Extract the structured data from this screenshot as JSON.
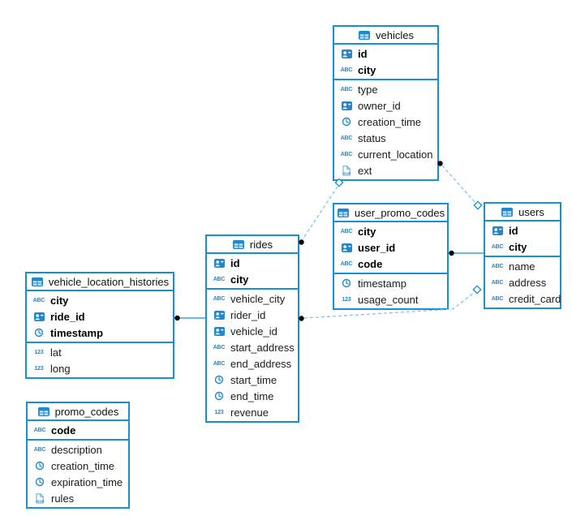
{
  "diagram": {
    "kind": "entity-relationship-diagram",
    "accent_color": "#1591d3",
    "icon_color": "#2089cd",
    "dashed_line_color": "#82c3ea",
    "background_color": "#ffffff"
  },
  "icon_labels": {
    "string": "ABC",
    "number": "123",
    "json": "JSON"
  },
  "tables": [
    {
      "name": "vehicles",
      "fields": [
        {
          "name": "id",
          "type": "uuid",
          "pk": true
        },
        {
          "name": "city",
          "type": "string",
          "pk": true
        },
        {
          "name": "type",
          "type": "string"
        },
        {
          "name": "owner_id",
          "type": "uuid"
        },
        {
          "name": "creation_time",
          "type": "timestamp"
        },
        {
          "name": "status",
          "type": "string"
        },
        {
          "name": "current_location",
          "type": "string"
        },
        {
          "name": "ext",
          "type": "json"
        }
      ]
    },
    {
      "name": "user_promo_codes",
      "fields": [
        {
          "name": "city",
          "type": "string",
          "pk": true
        },
        {
          "name": "user_id",
          "type": "uuid",
          "pk": true
        },
        {
          "name": "code",
          "type": "string",
          "pk": true
        },
        {
          "name": "timestamp",
          "type": "timestamp"
        },
        {
          "name": "usage_count",
          "type": "number"
        }
      ]
    },
    {
      "name": "users",
      "fields": [
        {
          "name": "id",
          "type": "uuid",
          "pk": true
        },
        {
          "name": "city",
          "type": "string",
          "pk": true
        },
        {
          "name": "name",
          "type": "string"
        },
        {
          "name": "address",
          "type": "string"
        },
        {
          "name": "credit_card",
          "type": "string"
        }
      ]
    },
    {
      "name": "rides",
      "fields": [
        {
          "name": "id",
          "type": "uuid",
          "pk": true
        },
        {
          "name": "city",
          "type": "string",
          "pk": true
        },
        {
          "name": "vehicle_city",
          "type": "string"
        },
        {
          "name": "rider_id",
          "type": "uuid"
        },
        {
          "name": "vehicle_id",
          "type": "uuid"
        },
        {
          "name": "start_address",
          "type": "string"
        },
        {
          "name": "end_address",
          "type": "string"
        },
        {
          "name": "start_time",
          "type": "timestamp"
        },
        {
          "name": "end_time",
          "type": "timestamp"
        },
        {
          "name": "revenue",
          "type": "number"
        }
      ]
    },
    {
      "name": "vehicle_location_histories",
      "fields": [
        {
          "name": "city",
          "type": "string",
          "pk": true
        },
        {
          "name": "ride_id",
          "type": "uuid",
          "pk": true
        },
        {
          "name": "timestamp",
          "type": "timestamp",
          "pk": true
        },
        {
          "name": "lat",
          "type": "number"
        },
        {
          "name": "long",
          "type": "number"
        }
      ]
    },
    {
      "name": "promo_codes",
      "fields": [
        {
          "name": "code",
          "type": "string",
          "pk": true
        },
        {
          "name": "description",
          "type": "string"
        },
        {
          "name": "creation_time",
          "type": "timestamp"
        },
        {
          "name": "expiration_time",
          "type": "timestamp"
        },
        {
          "name": "rules",
          "type": "json"
        }
      ]
    }
  ],
  "relationships": [
    {
      "a": "vehicles",
      "b": "rides",
      "line": "dashed",
      "a_end": "diamond",
      "b_end": "dot"
    },
    {
      "a": "vehicles",
      "b": "users",
      "line": "dashed",
      "a_end": "dot",
      "b_end": "diamond"
    },
    {
      "a": "rides",
      "b": "users",
      "line": "dashed",
      "a_end": "dot",
      "b_end": "diamond"
    },
    {
      "a": "vehicle_location_histories",
      "b": "rides",
      "line": "solid",
      "a_end": "dot",
      "b_end": "plain"
    },
    {
      "a": "user_promo_codes",
      "b": "users",
      "line": "solid",
      "a_end": "dot",
      "b_end": "plain"
    }
  ]
}
